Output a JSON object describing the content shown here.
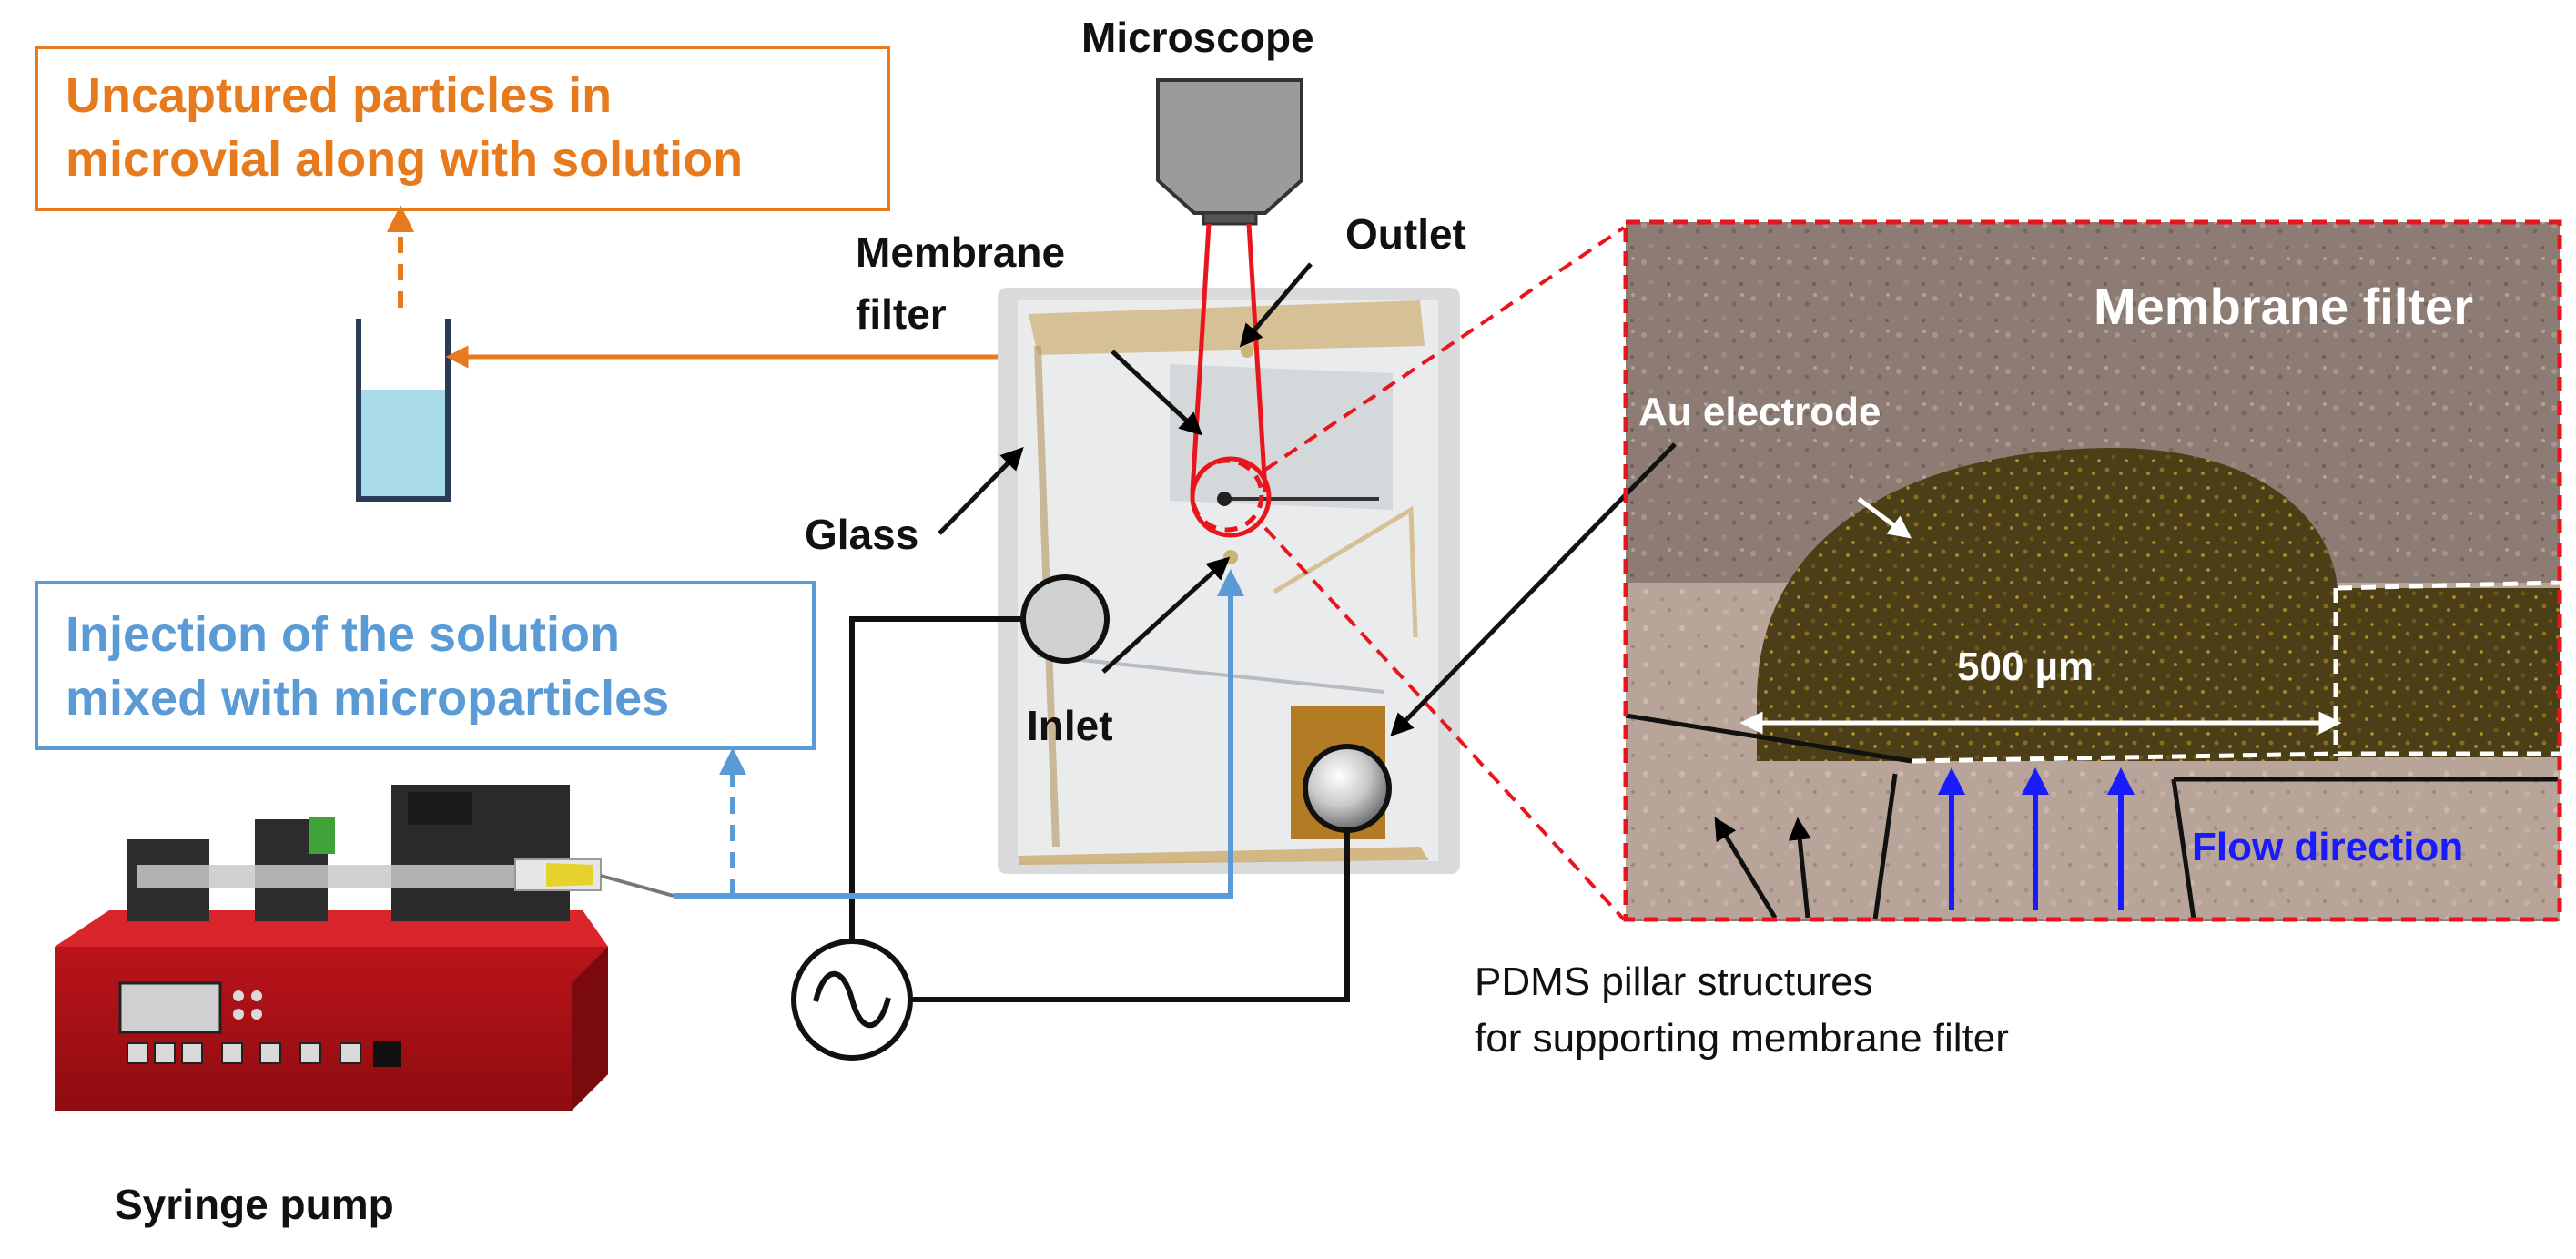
{
  "labels": {
    "microscope": "Microscope",
    "outlet": "Outlet",
    "membrane_filter_line1": "Membrane",
    "membrane_filter_line2": "filter",
    "glass": "Glass",
    "inlet": "Inlet",
    "syringe_pump": "Syringe pump",
    "pdms_line1": "PDMS pillar structures",
    "pdms_line2": "for supporting membrane filter"
  },
  "output_box": {
    "line1": "Uncaptured particles in",
    "line2": "microvial along with solution"
  },
  "input_box": {
    "line1": "Injection of the solution",
    "line2": "mixed with microparticles"
  },
  "inset": {
    "title": "Membrane filter",
    "electrode": "Au electrode",
    "scale": "500 µm",
    "flow": "Flow direction"
  },
  "colors": {
    "output": "#e87a1e",
    "input": "#5b9bd5",
    "highlight": "#e8161c",
    "flow": "#1a1aff"
  }
}
